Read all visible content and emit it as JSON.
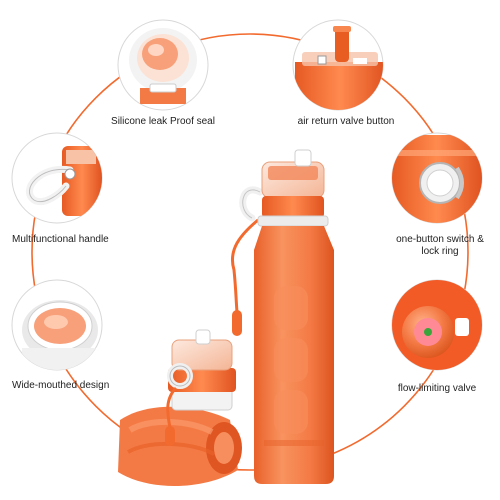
{
  "features": [
    {
      "label": "Silicone leak Proof seal"
    },
    {
      "label": "air return valve button"
    },
    {
      "label": "Multifunctional handle"
    },
    {
      "label_line1": "one-button switch &",
      "label_line2": "lock ring"
    },
    {
      "label": "Wide-mouthed design"
    },
    {
      "label": "flow-limiting valve"
    }
  ],
  "colors": {
    "accent": "#f26a2e",
    "bottle": "#f47a45",
    "bottle_dark": "#e35d22",
    "ring": "#e8e8e8"
  }
}
